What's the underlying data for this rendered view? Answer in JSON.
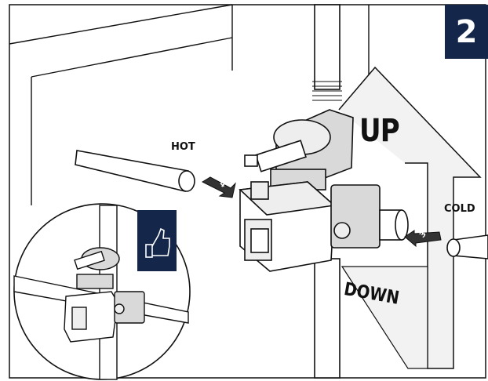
{
  "step": {
    "number": "2"
  },
  "labels": {
    "hot": "HOT",
    "cold": "COLD",
    "up": "UP",
    "down": "DOWN"
  },
  "arrows": {
    "hot_arrow_number": "4",
    "cold_arrow_number": "3"
  },
  "colors": {
    "badge": "#14274a",
    "line": "#111111",
    "shade": "#d9d9d9",
    "light_shade": "#eeeeee"
  },
  "icons": {
    "approval": "thumbs-up-icon"
  }
}
